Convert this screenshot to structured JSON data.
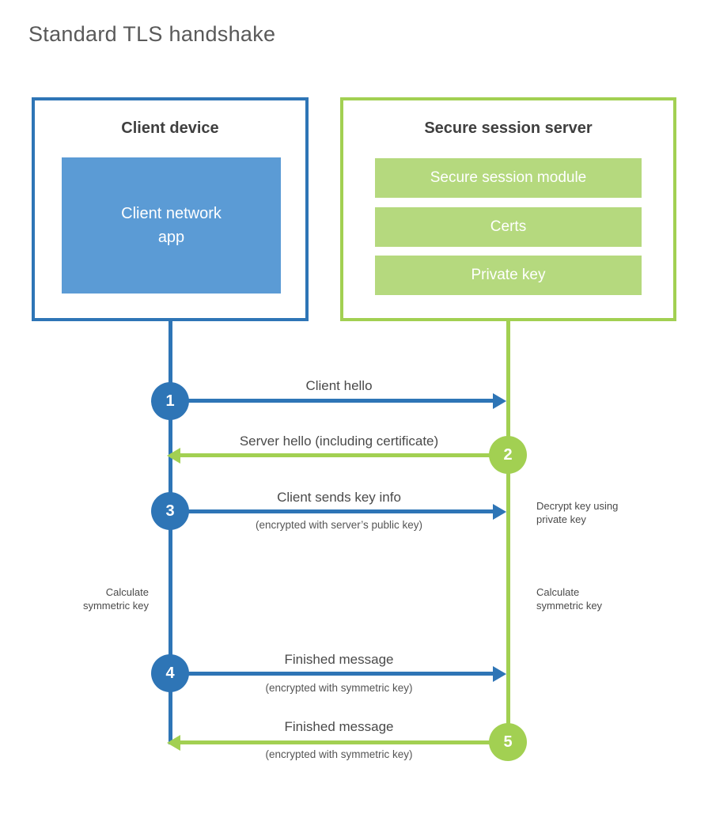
{
  "title": "Standard TLS handshake",
  "colors": {
    "blue_line": "#2e75b6",
    "blue_fill": "#5b9bd5",
    "green_line": "#a2d052",
    "green_fill": "#b5d97e"
  },
  "client": {
    "title": "Client device",
    "app_label": "Client network app"
  },
  "server": {
    "title": "Secure session server",
    "modules": [
      "Secure session module",
      "Certs",
      "Private key"
    ]
  },
  "steps": [
    {
      "num": "1",
      "label": "Client hello",
      "sublabel": "",
      "direction": "right",
      "color": "blue"
    },
    {
      "num": "2",
      "label": "Server hello (including certificate)",
      "sublabel": "",
      "direction": "left",
      "color": "green"
    },
    {
      "num": "3",
      "label": "Client sends key info",
      "sublabel": "(encrypted with server’s public key)",
      "direction": "right",
      "color": "blue"
    },
    {
      "num": "4",
      "label": "Finished message",
      "sublabel": "(encrypted with symmetric key)",
      "direction": "right",
      "color": "blue"
    },
    {
      "num": "5",
      "label": "Finished message",
      "sublabel": "(encrypted with symmetric key)",
      "direction": "left",
      "color": "green"
    }
  ],
  "annotations": {
    "decrypt_note": "Decrypt key using private key",
    "calculate_left": "Calculate symmetric key",
    "calculate_right": "Calculate symmetric key"
  }
}
